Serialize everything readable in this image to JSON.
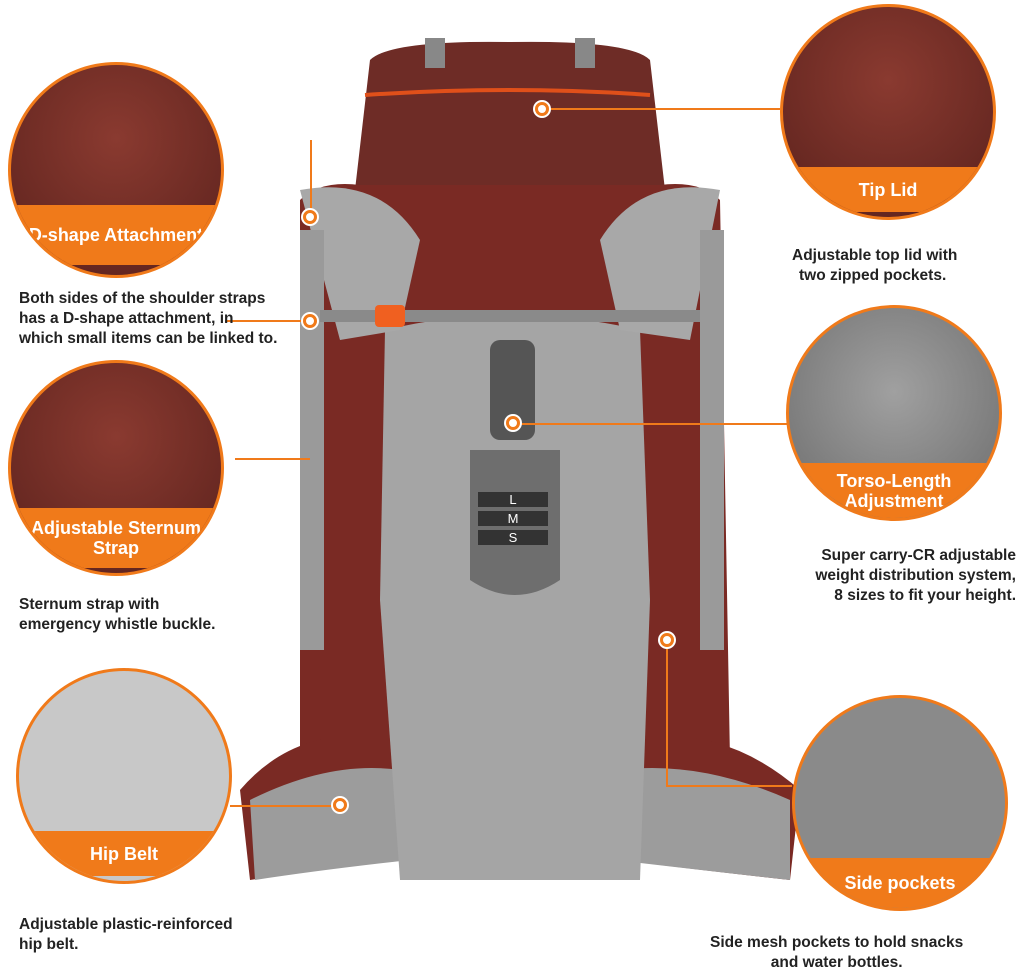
{
  "features": [
    {
      "label": "D-shape Attachment",
      "caption": [
        "Both sides of the shoulder straps",
        "has a D-shape attachment, in",
        "which small items can be linked to."
      ]
    },
    {
      "label": "Adjustable Sternum Strap",
      "caption": [
        "Sternum strap with",
        "emergency whistle buckle."
      ]
    },
    {
      "label": "Hip Belt",
      "caption": [
        "Adjustable plastic-reinforced",
        "hip belt."
      ]
    },
    {
      "label": "Tip Lid",
      "caption": [
        "Adjustable top lid with",
        "two zipped pockets."
      ]
    },
    {
      "label": "Torso-Length Adjustment",
      "caption": [
        "Super carry-CR adjustable",
        "weight distribution system,",
        "8 sizes to fit your height."
      ]
    },
    {
      "label": "Side pockets",
      "caption": [
        "Side mesh pockets to hold snacks",
        "and water bottles."
      ]
    }
  ],
  "torso_sizes": [
    "L",
    "M",
    "S"
  ],
  "colors": {
    "accent": "#f07a1a",
    "body": "#7a2a24",
    "panel": "#9a9a9a"
  }
}
